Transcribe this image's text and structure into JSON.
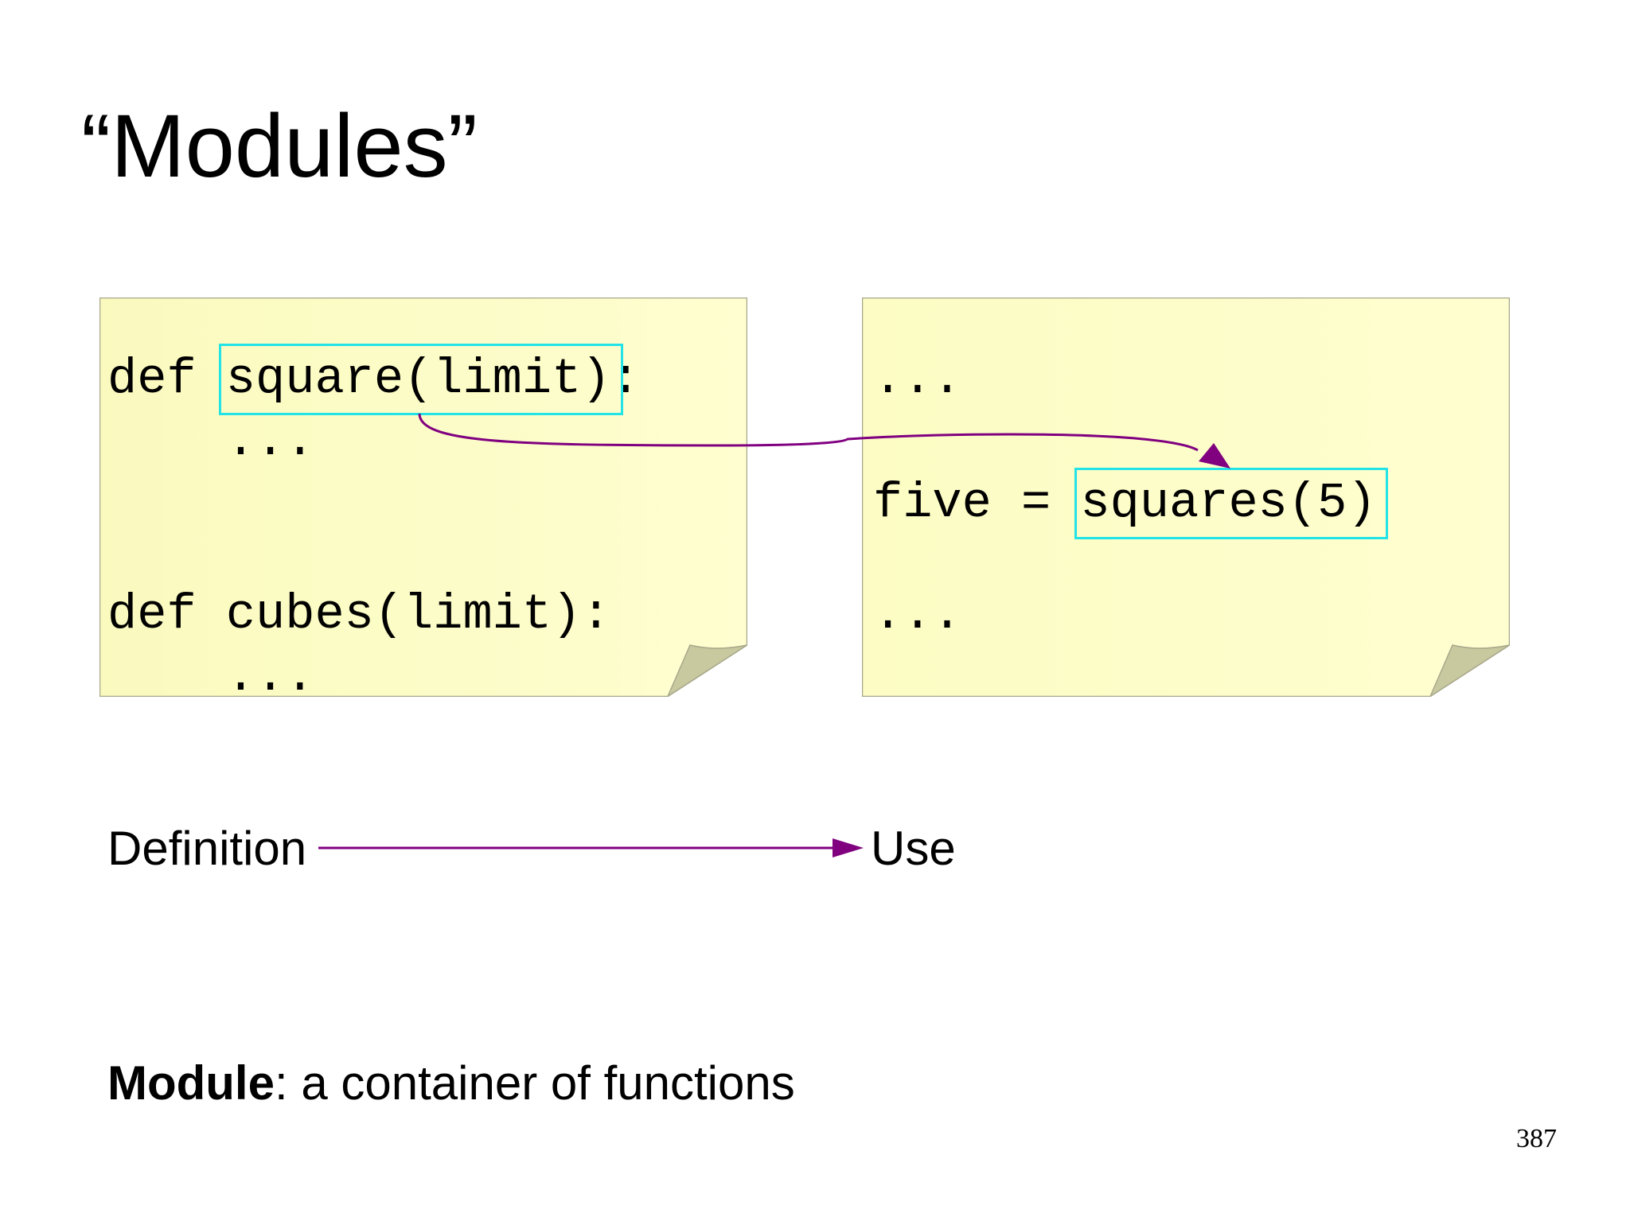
{
  "slide": {
    "title": "“Modules”",
    "page_number": "387"
  },
  "definition_note": {
    "lines": [
      "def square(limit):",
      "    ...",
      "def cubes(limit):",
      "    ..."
    ],
    "highlight_text": "square(limit)"
  },
  "use_note": {
    "lines": [
      "...",
      "five = squares(5)",
      "..."
    ],
    "highlight_text": "squares(5)"
  },
  "flow": {
    "from_label": "Definition",
    "to_label": "Use"
  },
  "caption": {
    "term": "Module",
    "definition": ": a container of functions"
  },
  "colors": {
    "note_fill": "#fdfdc8",
    "note_border": "#a8a88c",
    "note_fold": "#c9c99f",
    "highlight": "#22e3e6",
    "arrow": "#800080"
  }
}
